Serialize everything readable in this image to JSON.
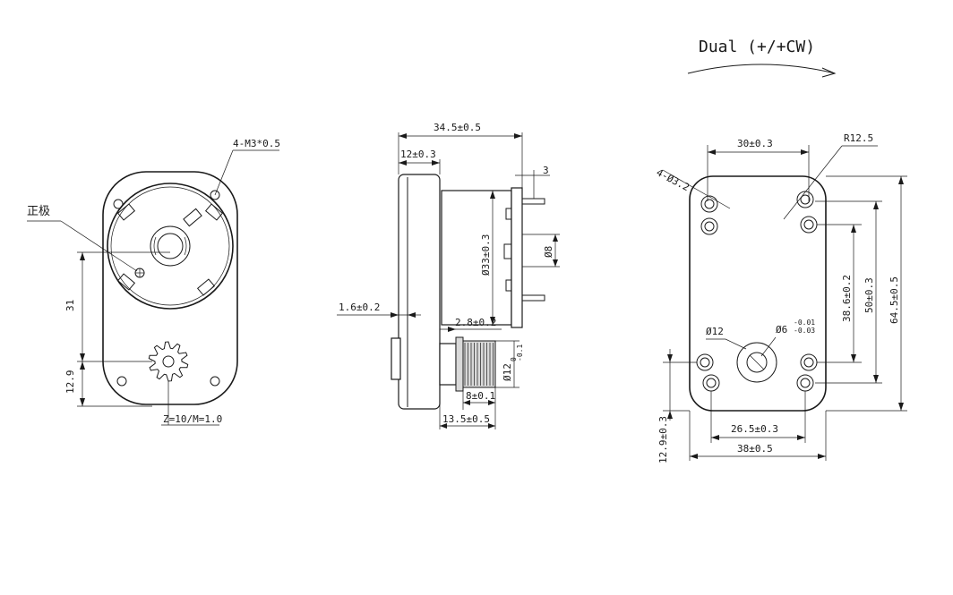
{
  "rotation_label": "Dual (+/+CW)",
  "left_view": {
    "thread_label": "4-M3*0.5",
    "positive_pole": "正极",
    "dim_31": "31",
    "dim_12_9": "12.9",
    "gear_label": "Z=10/M=1.0"
  },
  "side_view": {
    "length": "34.5±0.5",
    "plate": "12±0.3",
    "dim_3": "3",
    "dia_33": "Ø33±0.3",
    "dia_8": "Ø8",
    "flange": "1.6±0.2",
    "gap": "2.8±0.2",
    "shaft_dia": "Ø12",
    "shaft_tol_upper": "0",
    "shaft_tol_lower": "-0.1",
    "gear_len": "8±0.1",
    "shaft_len": "13.5±0.5"
  },
  "front_view": {
    "holes": "4-Ø3.2",
    "radius": "R12.5",
    "top_spacing": "30±0.3",
    "dim_38_6": "38.6±0.2",
    "dim_50": "50±0.3",
    "height": "64.5±0.5",
    "boss": "Ø12",
    "bore": "Ø6",
    "bore_tol_upper": "-0.01",
    "bore_tol_lower": "-0.03",
    "bottom_spacing": "26.5±0.3",
    "width": "38±0.5",
    "offset": "12.9±0.3"
  }
}
